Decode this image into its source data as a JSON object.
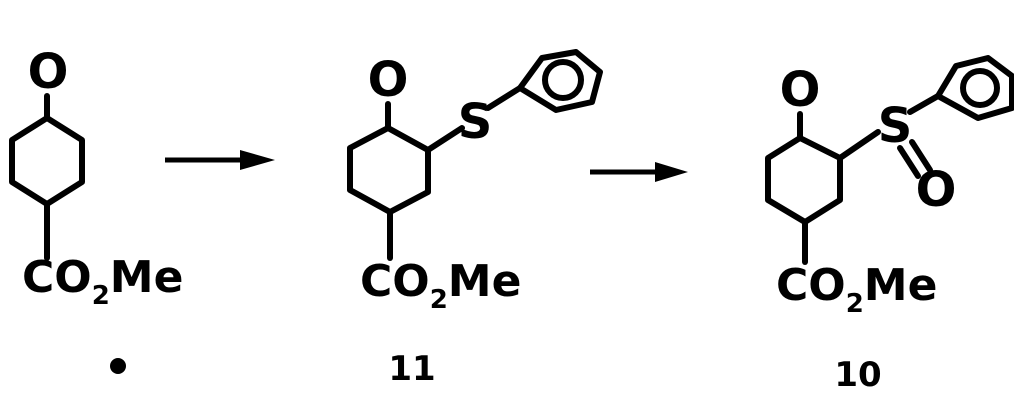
{
  "scheme": {
    "reactant": {
      "ketone_oxygen": "O",
      "ester_label": "CO",
      "ester_subscript": "2",
      "ester_tail": "Me",
      "compound_number": ""
    },
    "intermediate": {
      "ketone_oxygen": "O",
      "sulfur": "S",
      "ester_label": "CO",
      "ester_subscript": "2",
      "ester_tail": "Me",
      "compound_number": "11"
    },
    "product": {
      "ketone_oxygen": "O",
      "sulfur": "S",
      "sulfoxide_oxygen": "O",
      "ester_label": "CO",
      "ester_subscript": "2",
      "ester_tail": "Me",
      "compound_number": "10"
    }
  }
}
